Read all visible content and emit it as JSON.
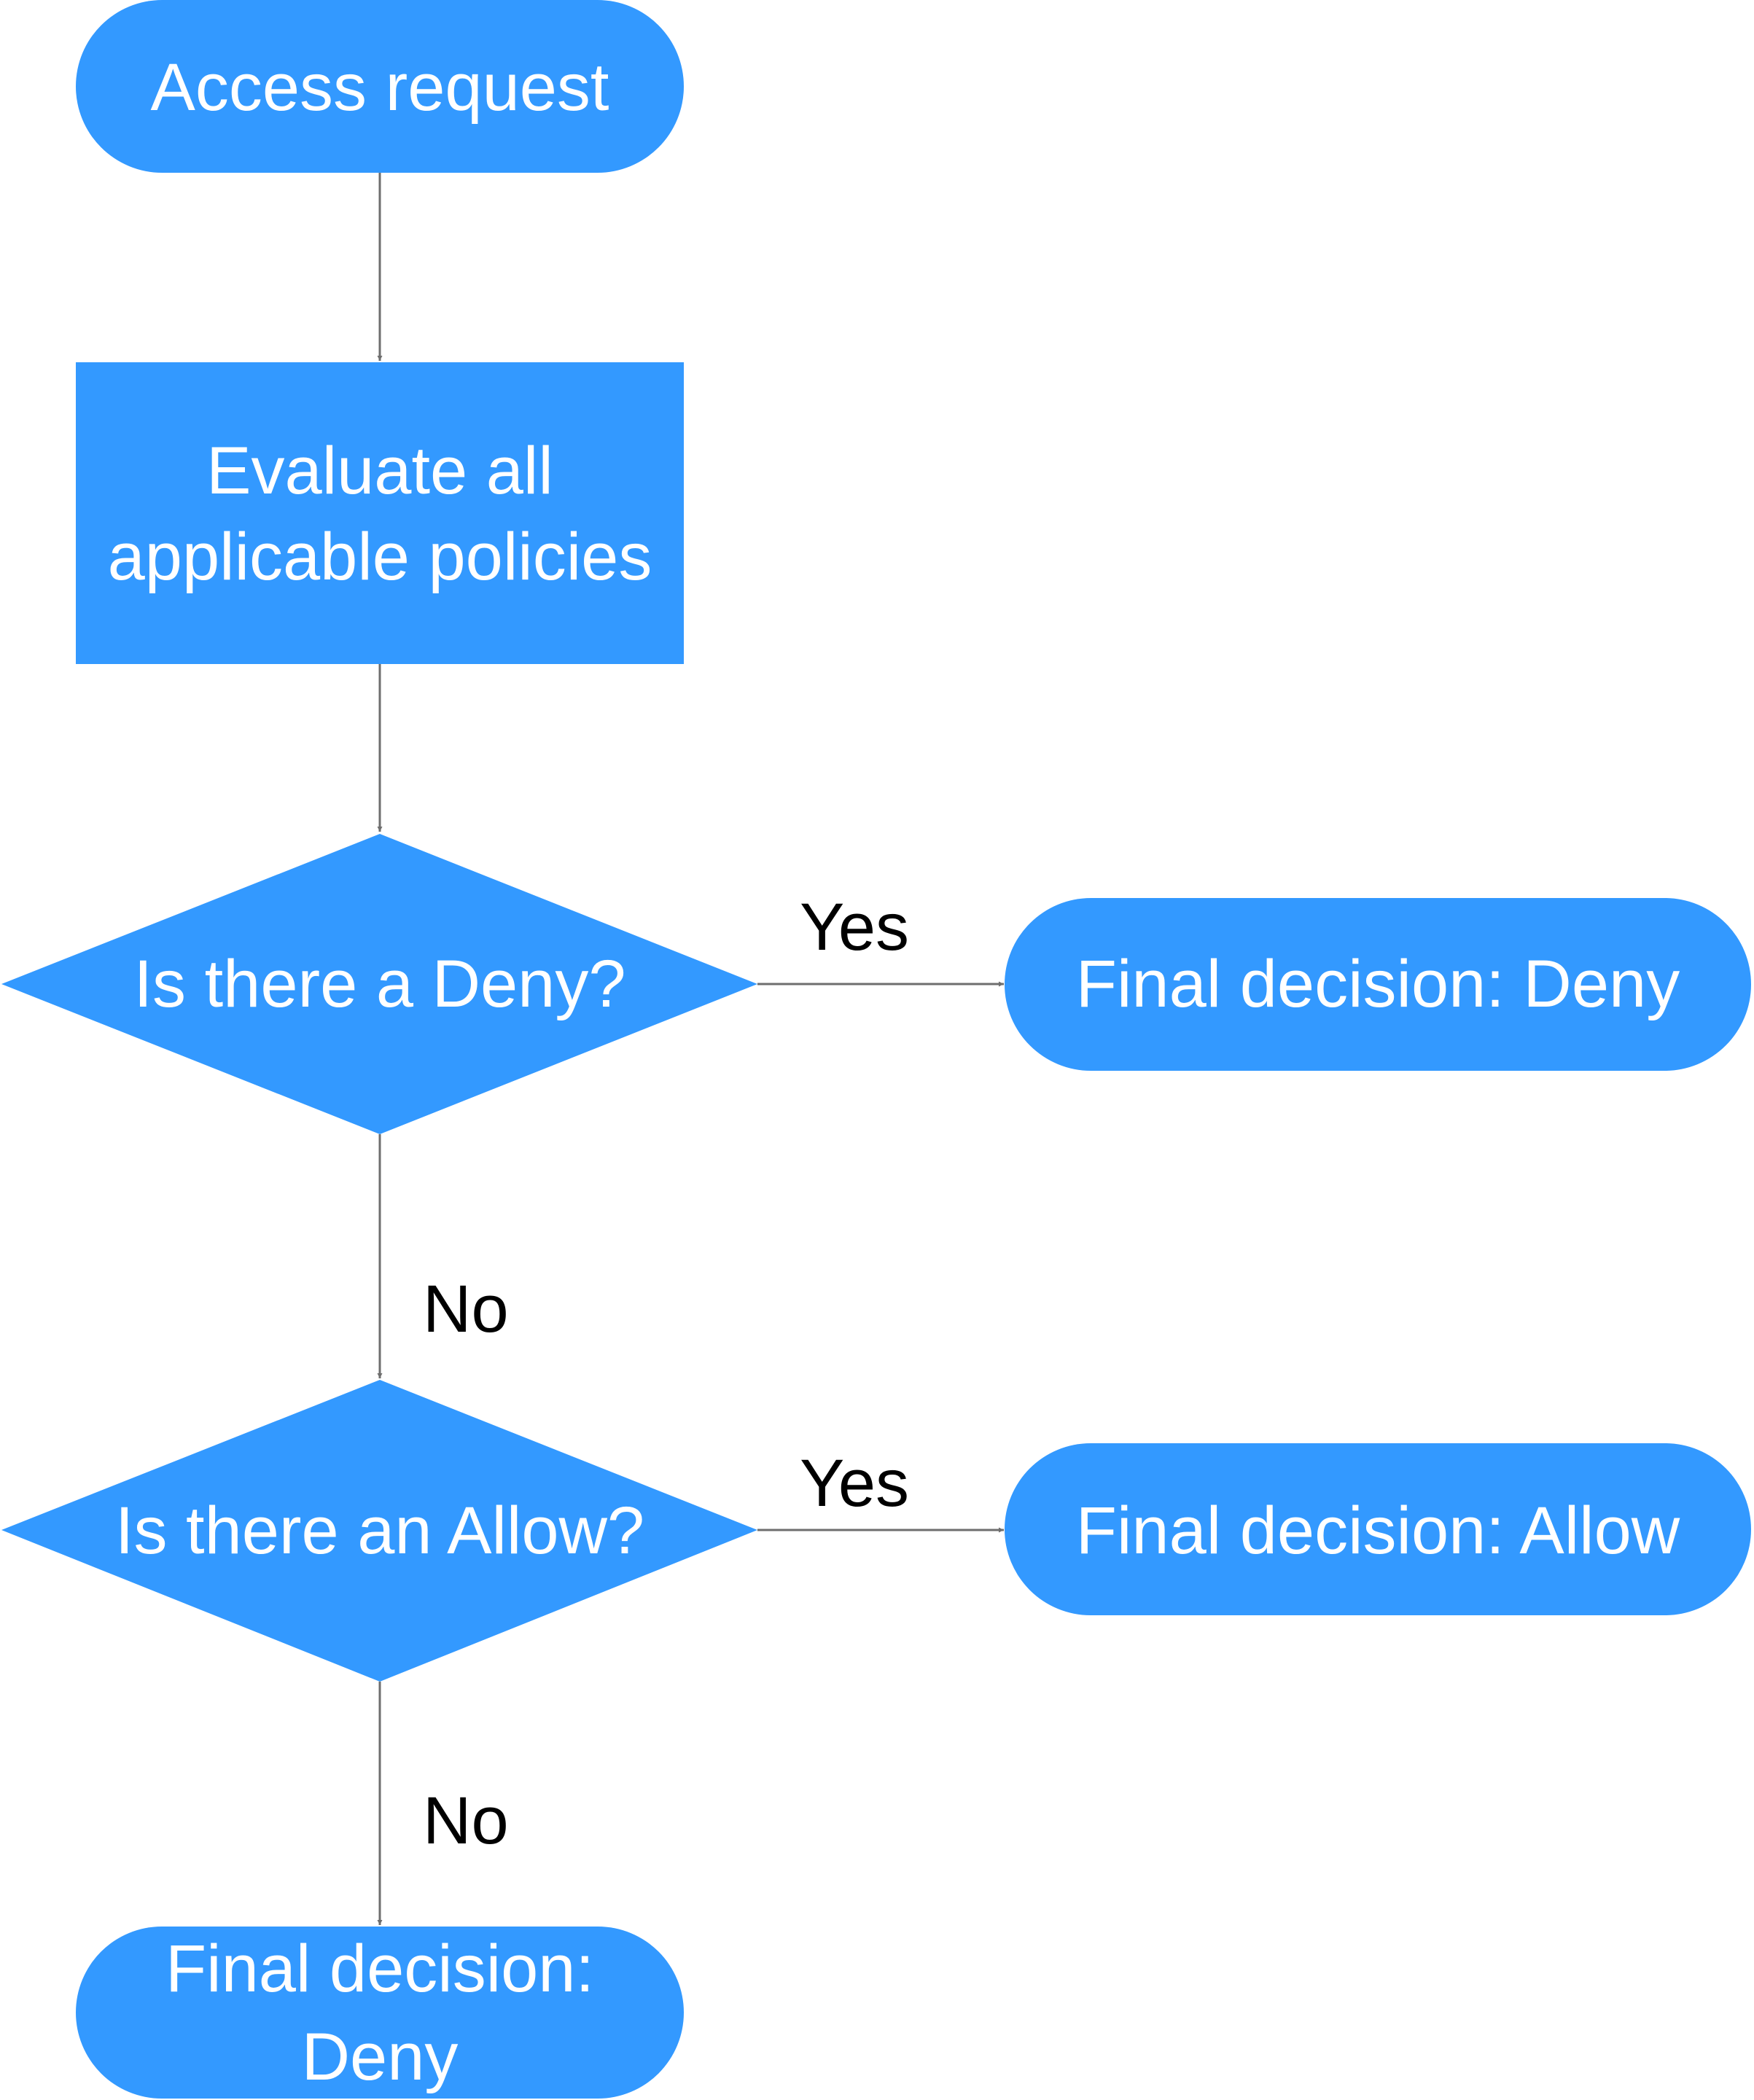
{
  "colors": {
    "node_fill": "#3399ff",
    "node_text": "#ffffff",
    "edge": "#6e6e6e",
    "edge_label": "#000000",
    "background": "#ffffff"
  },
  "nodes": {
    "start": {
      "shape": "stadium",
      "lines": [
        "Access request"
      ]
    },
    "evaluate": {
      "shape": "rectangle",
      "lines": [
        "Evaluate all",
        "applicable policies"
      ]
    },
    "deny_check": {
      "shape": "diamond",
      "lines": [
        "Is there a Deny?"
      ]
    },
    "allow_check": {
      "shape": "diamond",
      "lines": [
        "Is there an Allow?"
      ]
    },
    "final_deny_explicit": {
      "shape": "stadium",
      "lines": [
        "Final decision: Deny"
      ]
    },
    "final_allow": {
      "shape": "stadium",
      "lines": [
        "Final decision: Allow"
      ]
    },
    "final_deny_default": {
      "shape": "stadium",
      "lines": [
        "Final decision:",
        "Deny"
      ]
    }
  },
  "edges": {
    "start_to_evaluate": {
      "from": "start",
      "to": "evaluate",
      "label": ""
    },
    "evaluate_to_deny_check": {
      "from": "evaluate",
      "to": "deny_check",
      "label": ""
    },
    "deny_check_yes": {
      "from": "deny_check",
      "to": "final_deny_explicit",
      "label": "Yes"
    },
    "deny_check_no": {
      "from": "deny_check",
      "to": "allow_check",
      "label": "No"
    },
    "allow_check_yes": {
      "from": "allow_check",
      "to": "final_allow",
      "label": "Yes"
    },
    "allow_check_no": {
      "from": "allow_check",
      "to": "final_deny_default",
      "label": "No"
    }
  }
}
